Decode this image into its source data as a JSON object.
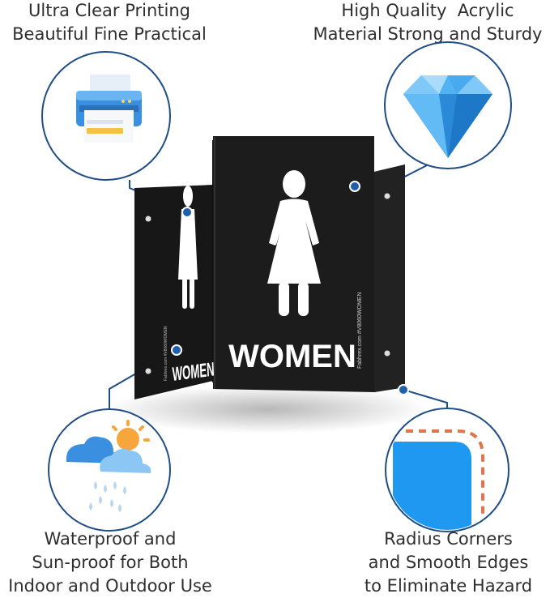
{
  "captions": {
    "top_left": [
      "Ultra Clear Printing",
      "Beautiful Fine Practical"
    ],
    "top_right": [
      "High Quality  Acrylic",
      "Material Strong and Sturdy"
    ],
    "bottom_left": [
      "Waterproof and",
      "Sun-proof for Both",
      "Indoor and Outdoor Use"
    ],
    "bottom_right": [
      "Radius Corners",
      "and Smooth Edges",
      "to Eliminate Hazard"
    ]
  },
  "sign": {
    "front_label": "WOMEN",
    "side_label": "WOMEN",
    "vertical_text_right": "Fabhrex.com  #V8060WOMEN",
    "vertical_text_left": "Fabhrex.com  #V8060WOMEN"
  },
  "icons": {
    "top_left": "printer-icon",
    "top_right": "diamond-icon",
    "bottom_left": "weather-icon",
    "bottom_right": "rounded-corner-icon"
  },
  "colors": {
    "accent": "#1f4e86",
    "sign_black": "#1b1b1b",
    "printer_blue": "#3a8fe0",
    "diamond_blue": "#2f9be8",
    "corner_blue": "#1e98f0",
    "dash_orange": "#e0744a"
  }
}
